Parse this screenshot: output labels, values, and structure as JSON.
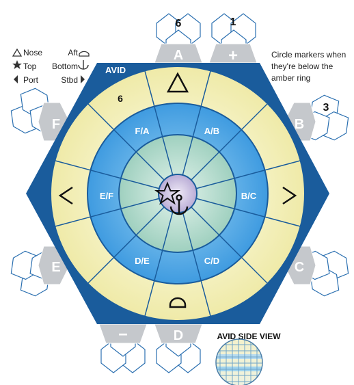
{
  "title_tag": "AVID",
  "side_view_title": "AVID SIDE VIEW",
  "legend": {
    "nose": "Nose",
    "top": "Top",
    "port": "Port",
    "aft": "Aft",
    "bottom": "Bottom",
    "stbd": "Stbd"
  },
  "note": "Circle markers when they're below the amber ring",
  "windows": {
    "a": "A",
    "b": "B",
    "c": "C",
    "d": "D",
    "e": "E",
    "f": "F",
    "plus": "+",
    "minus": "−",
    "f_a": "F/A",
    "a_b": "A/B",
    "b_c": "B/C",
    "c_d": "C/D",
    "d_e": "D/E",
    "e_f": "E/F"
  },
  "counts": {
    "above_a": "6",
    "above_plus": "1",
    "right_b": "3",
    "amber_fa": "6"
  },
  "colors": {
    "hexagon": "#1a5c9c",
    "amber_ring": "#f7f3c6",
    "blue_ring": "#5aaee8",
    "green_ring": "#b8ddd0",
    "center": "#d6cde8",
    "tab_gray": "#c5c8cc",
    "outline": "#1a5c9c"
  },
  "icons": {
    "nose": "triangle-up-icon",
    "aft": "dome-icon",
    "top": "star-icon",
    "bottom": "anchor-icon",
    "port": "chevron-left-icon",
    "stbd": "chevron-right-icon"
  }
}
